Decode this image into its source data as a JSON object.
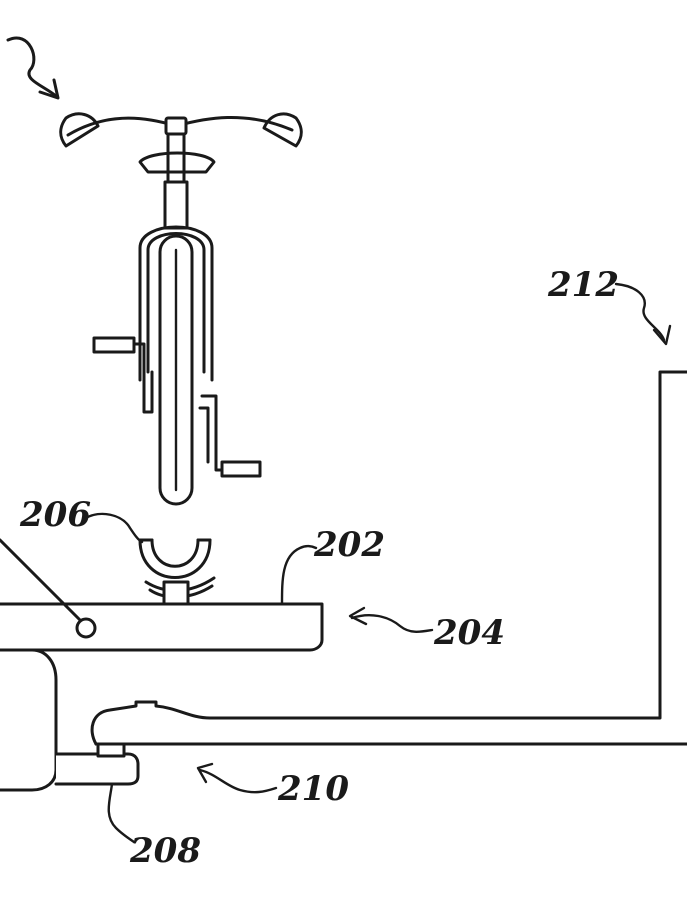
{
  "figure": {
    "labels": {
      "ref_202": "202",
      "ref_204": "204",
      "ref_206": "206",
      "ref_208": "208",
      "ref_210": "210",
      "ref_212": "212"
    }
  }
}
